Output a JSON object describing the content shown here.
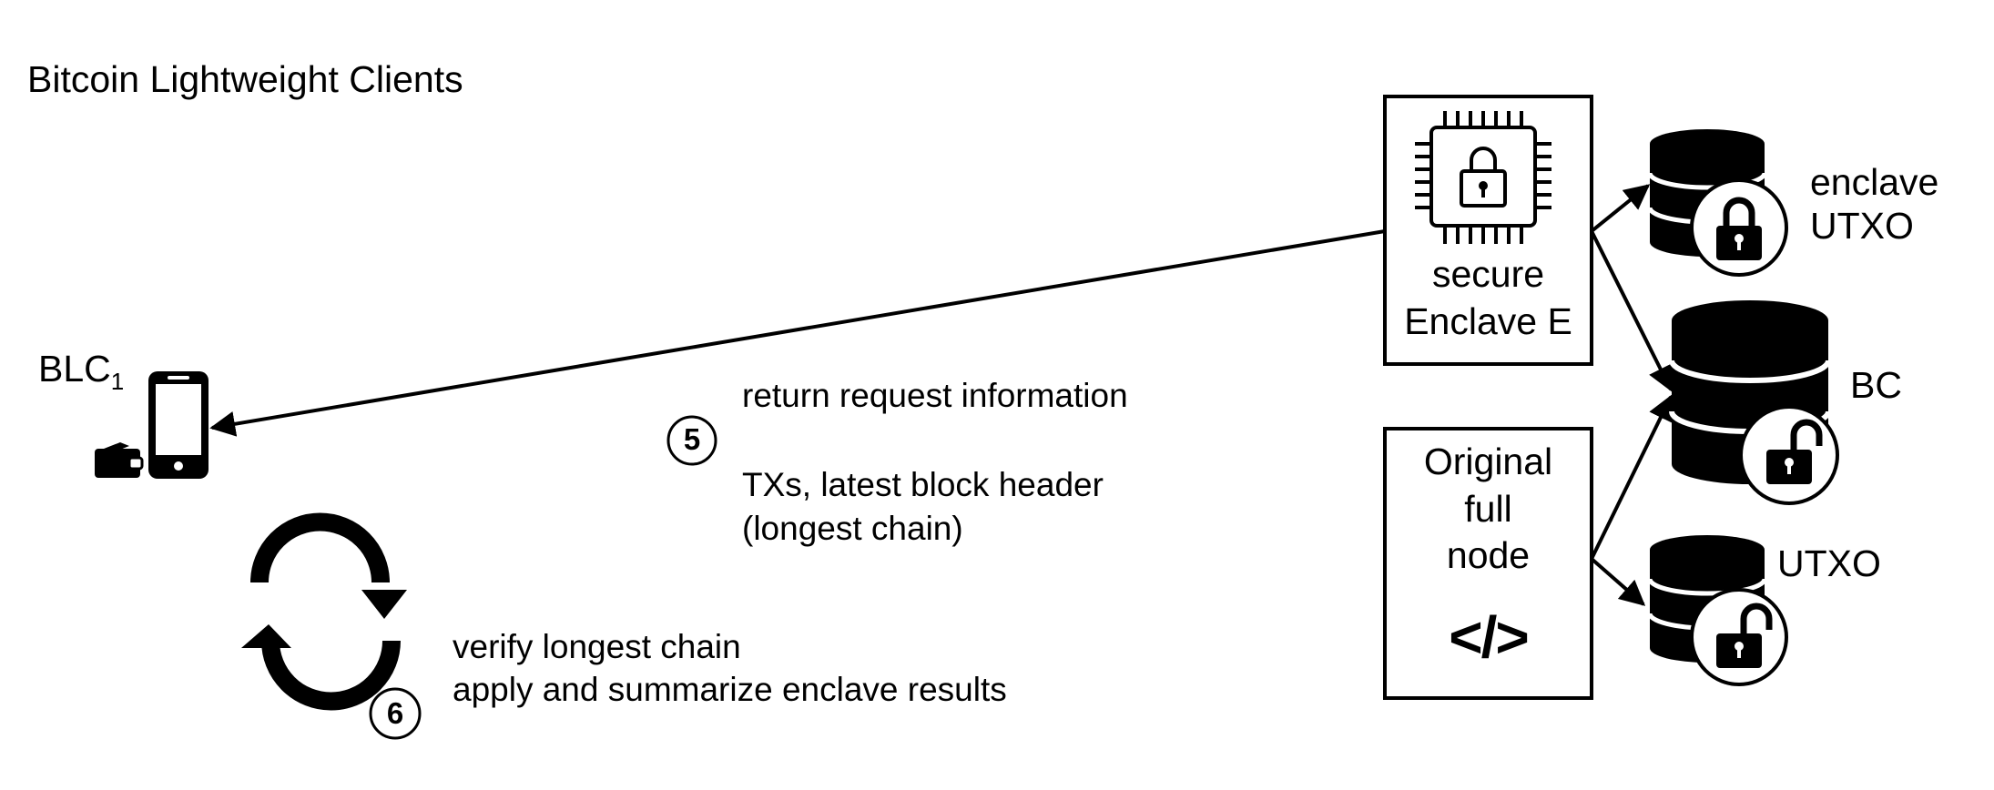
{
  "title": "Bitcoin Lightweight Clients",
  "client": {
    "label": "BLC",
    "subscript": "1"
  },
  "step5": {
    "number": "5",
    "line1": "return request information",
    "line2": "TXs, latest block header",
    "line3": "(longest chain)"
  },
  "step6": {
    "number": "6",
    "line1": "verify longest chain",
    "line2": "apply and summarize enclave results"
  },
  "enclave_box": {
    "line1": "secure",
    "line2": "Enclave E"
  },
  "fullnode_box": {
    "line1": "Original",
    "line2": "full",
    "line3": "node",
    "code_symbol": "</>"
  },
  "databases": {
    "enclave_utxo": {
      "line1": "enclave",
      "line2": "UTXO"
    },
    "bc": {
      "label": "BC"
    },
    "utxo": {
      "label": "UTXO"
    }
  },
  "icons": [
    "phone-icon",
    "wallet-icon",
    "cycle-icon",
    "chip-lock-icon",
    "code-icon",
    "database-icon",
    "lock-closed-icon",
    "lock-open-icon"
  ]
}
